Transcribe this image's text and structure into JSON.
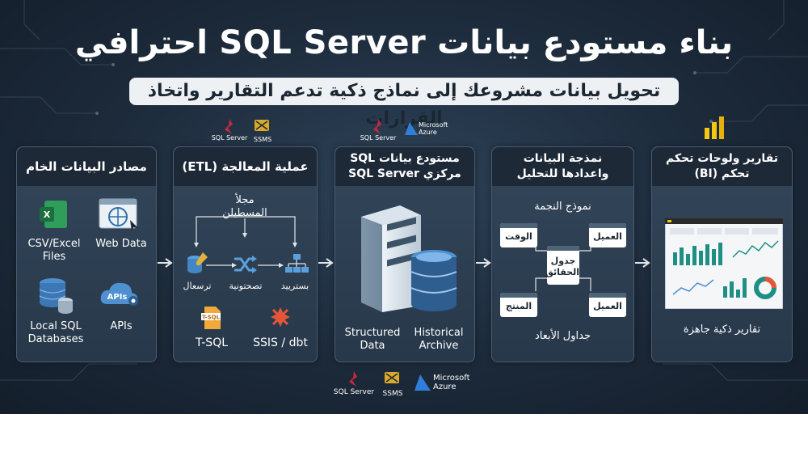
{
  "title": "بناء مستودع بيانات SQL Server احترافي",
  "subtitle": "تحويل بيانات مشروعك إلى نماذج ذكية تدعم التقارير واتخاذ القرارات",
  "panels": {
    "sources": {
      "title": "مصادر البيانات الخام",
      "items": [
        "CSV/Excel Files",
        "Web Data",
        "Local SQL Databases",
        "APIs"
      ],
      "apis_icon_text": "APIs"
    },
    "etl": {
      "title": "عملية المعالجة (ETL)",
      "stage_label": "مجلأ المسطيلن",
      "steps": [
        "ترسعال",
        "تصحتونية",
        "بسترييد"
      ],
      "tools": [
        "T-SQL",
        "SSIS / dbt"
      ],
      "tsql_badge": "T-SQL"
    },
    "warehouse": {
      "title": "مستودع بيانات SQL مركزي SQL Server",
      "labels": [
        "Structured Data",
        "Historical Archive"
      ]
    },
    "modeling": {
      "title": "نمذجة البيانات واعدادها للتحليل",
      "model_label": "نموذج النجمة",
      "fact": "جدول الحقائق",
      "dimensions": [
        "الوقت",
        "العميل",
        "المنتج",
        "العميل"
      ],
      "footer": "جداول الأبعاد"
    },
    "bi": {
      "title": "تقارير ولوحات تحكم تحكم (BI)",
      "footer": "تقارير ذكية جاهزة"
    }
  },
  "logos": {
    "sql_server": "SQL Server",
    "ssms": "SSMS",
    "azure": "Microsoft Azure"
  },
  "colors": {
    "background": "#1c2a3a",
    "panel": "#2f4155",
    "header": "#1d2937",
    "accent_teal": "#1f8f86",
    "powerbi": "#f2c811"
  },
  "icons": [
    "excel-icon",
    "web-icon",
    "database-icon",
    "api-cloud-icon",
    "etl-extract-icon",
    "etl-shuffle-icon",
    "etl-load-icon",
    "sql-file-icon",
    "ssis-icon",
    "server-icon",
    "cylinder-db-icon",
    "powerbi-icon",
    "dashboard-icon"
  ]
}
